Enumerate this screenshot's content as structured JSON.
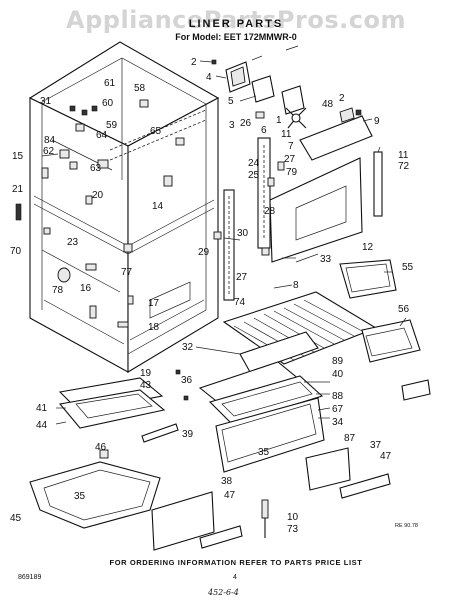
{
  "header": {
    "watermark": "AppliancePartsPros.com",
    "title": "LINER PARTS",
    "model_line": "For Model: EET 172MMWR-0"
  },
  "callouts": {
    "c2a": "2",
    "c4": "4",
    "c5": "5",
    "c3": "3",
    "c26": "26",
    "c6": "6",
    "c1": "1",
    "c48": "48",
    "c2b": "2",
    "c9": "9",
    "c11": "11",
    "c72": "72",
    "c7": "7",
    "c27": "27",
    "c79": "79",
    "c24": "24",
    "c25": "25",
    "c28": "28",
    "c12": "12",
    "c33": "33",
    "c55": "55",
    "c29": "29",
    "c30": "30",
    "c27b": "27",
    "c8": "8",
    "c74": "74",
    "c56": "56",
    "c32": "32",
    "c36": "36",
    "c89": "89",
    "c40": "40",
    "c88": "88",
    "c67": "67",
    "c34": "34",
    "c19": "19",
    "c43": "43",
    "c41": "41",
    "c44": "44",
    "c39": "39",
    "c46": "46",
    "c35a": "35",
    "c87": "87",
    "c37": "37",
    "c47a": "47",
    "c47b": "47",
    "c35b": "35",
    "c45": "45",
    "c38": "38",
    "c10": "10",
    "c73": "73",
    "c31": "31",
    "c61": "61",
    "c60": "60",
    "c58": "58",
    "c64": "64",
    "c59": "59",
    "c65": "65",
    "c84": "84",
    "c62": "62",
    "c15": "15",
    "c63": "63",
    "c14": "14",
    "c20": "20",
    "c21": "21",
    "c70": "70",
    "c23": "23",
    "c77": "77",
    "c78": "78",
    "c16": "16",
    "c17": "17",
    "c18": "18"
  },
  "footer": {
    "note": "FOR ORDERING INFORMATION REFER TO PARTS PRICE LIST",
    "code": "869189",
    "page": "4",
    "handwritten": "452-6-4",
    "ref": "RE 90.78"
  }
}
